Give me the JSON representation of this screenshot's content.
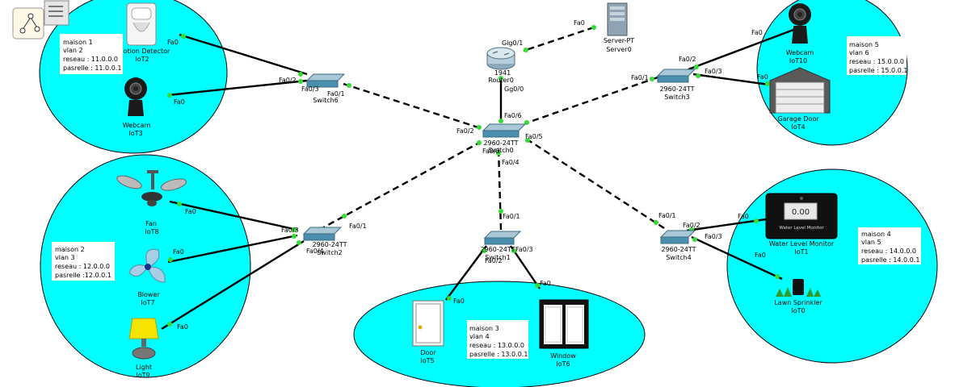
{
  "toolbar": {
    "icon": "cluster-icon"
  },
  "devices": {
    "server0": {
      "model": "Server-PT",
      "name": "Server0"
    },
    "router0": {
      "model": "1941",
      "name": "Router0"
    },
    "switch0": {
      "model": "2960-24TT",
      "name": "Switch0"
    },
    "switch1": {
      "model": "2960-24TT",
      "name": "Switch1"
    },
    "switch2": {
      "model": "2960-24TT",
      "name": "Switch2"
    },
    "switch3": {
      "model": "2960-24TT",
      "name": "Switch3"
    },
    "switch4": {
      "model": "2960-24TT",
      "name": "Switch4"
    },
    "switch6": {
      "model": "2960-24TT",
      "name": "Switch6"
    },
    "iot2": {
      "model": "Motion Detector",
      "name": "IoT2"
    },
    "iot3": {
      "model": "Webcam",
      "name": "IoT3"
    },
    "iot8": {
      "model": "Fan",
      "name": "IoT8"
    },
    "iot7": {
      "model": "Blower",
      "name": "IoT7"
    },
    "iot9": {
      "model": "Light",
      "name": "IoT9"
    },
    "iot5": {
      "model": "Door",
      "name": "IoT5"
    },
    "iot6": {
      "model": "Window",
      "name": "IoT6"
    },
    "iot10": {
      "model": "Webcam",
      "name": "IoT10"
    },
    "iot4": {
      "model": "Garage Door",
      "name": "IoT4"
    },
    "iot1": {
      "model": "Water Level Monitor",
      "name": "IoT1",
      "screen": "0.00",
      "panel": "Water Level Monitor"
    },
    "iot0": {
      "model": "Lawn Sprinkler",
      "name": "IoT0"
    }
  },
  "notes": {
    "maison1": [
      "maison 1",
      "vlan 2",
      "reseau : 11.0.0.0",
      "pasrelle : 11.0.0.1"
    ],
    "maison2": [
      "maison 2",
      "vlan 3",
      "reseau : 12.0.0.0",
      "pasrelle :12.0.0.1"
    ],
    "maison3": [
      "maison 3",
      "vlan 4",
      "reseau : 13.0.0.0",
      "pasrelle : 13.0.0.1"
    ],
    "maison4": [
      "maison 4",
      "vlan 5",
      "reseau : 14.0.0.0",
      "pasrelle : 14.0.0.1"
    ],
    "maison5": [
      "maison 5",
      "vlan 6",
      "reseau : 15.0.0.0",
      "pasrelle : 15.0.0.1"
    ]
  },
  "ports": {
    "srv_fa0": "Fa0",
    "r_g01": "Gig0/1",
    "r_g00": "Gg0/0",
    "s0_fa06": "Fa0/6",
    "s0_fa02": "Fa0/2",
    "s0_fa03": "Fa0/3",
    "s0_fa04": "Fa0/4",
    "s0_fa05": "Fa0/5",
    "s6_fa02": "Fa0/2",
    "s6_fa03": "Fa0/3",
    "s6_fa01": "Fa0/1",
    "iot2_fa0": "Fa0",
    "iot3_fa0": "Fa0",
    "s3_fa01": "Fa0/1",
    "s3_fa02": "Fa0/2",
    "s3_fa03": "Fa0/3",
    "iot10_fa0": "Fa0",
    "iot4_fa0": "Fa0",
    "s2_fa01": "Fa0/1",
    "s2_fa03": "Fa0/3",
    "s2_fa04": "Fa0/4",
    "iot8_fa0": "Fa0",
    "iot7_fa0": "Fa0",
    "iot9_fa0": "Fa0",
    "s1_fa01": "Fa0/1",
    "s1_fa02": "Fa0/2",
    "s1_fa03": "Fa0/3",
    "iot5_fa0": "Fa0",
    "iot6_fa0": "Fa0",
    "s4_fa01": "Fa0/1",
    "s4_fa02": "Fa0/2",
    "s4_fa03": "Fa0/3",
    "iot1_fa0": "Fa0",
    "iot0_fa0": "Fa0"
  },
  "colors": {
    "zone": "#00ffff",
    "cable": "#000000",
    "link_up": "#33dd33",
    "switch": "#4a90a8",
    "router": "#a9c6d6"
  }
}
